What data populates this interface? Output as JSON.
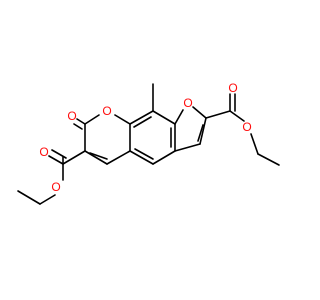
{
  "atoms": [
    {
      "id": "o_carbonyl_lactone",
      "label": "O",
      "element": "O"
    },
    {
      "id": "o_ring_pyran",
      "label": "O",
      "element": "O"
    },
    {
      "id": "o_ring_furan",
      "label": "O",
      "element": "O"
    },
    {
      "id": "o_ester_left_carbonyl",
      "label": "O",
      "element": "O"
    },
    {
      "id": "o_ester_left_ether",
      "label": "O",
      "element": "O"
    },
    {
      "id": "o_ester_right_carbonyl",
      "label": "O",
      "element": "O"
    },
    {
      "id": "o_ester_right_ether",
      "label": "O",
      "element": "O"
    }
  ],
  "colors": {
    "bond": "#000000",
    "oxygen": "#ff0d0d",
    "background": "#ffffff"
  }
}
